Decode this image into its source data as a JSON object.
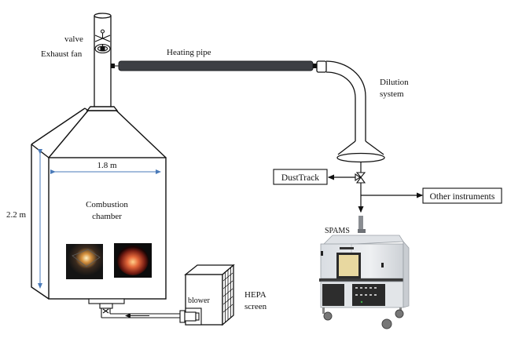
{
  "diagram": {
    "labels": {
      "valve": "valve",
      "exhaust_fan": "Exhaust fan",
      "heating_pipe": "Heating pipe",
      "dilution_line1": "Dilution",
      "dilution_line2": "system",
      "width_dim": "1.8 m",
      "height_dim": "2.2 m",
      "chamber_line1": "Combustion",
      "chamber_line2": "chamber",
      "blower": "blower",
      "hepa_line1": "HEPA",
      "hepa_line2": "screen",
      "spams": "SPAMS"
    },
    "boxes": {
      "dusttrack": "DustTrack",
      "other_instruments": "Other instruments"
    },
    "colors": {
      "line": "#111111",
      "dimension": "#4a7ab8",
      "heating_pipe": "#3d3f44"
    }
  }
}
